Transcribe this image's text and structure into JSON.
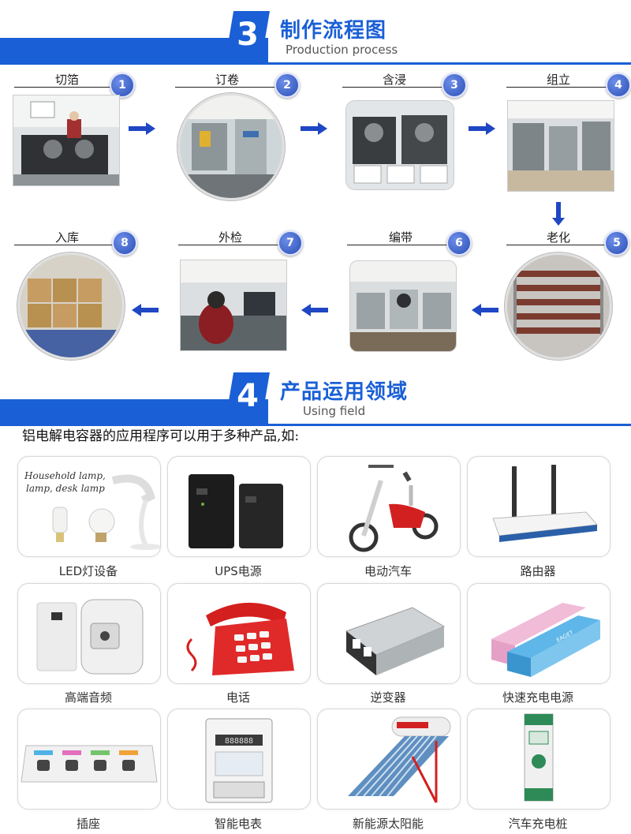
{
  "process": {
    "num": "3",
    "title_cn": "制作流程图",
    "title_en": "Production process",
    "steps": [
      {
        "n": "1",
        "label": "切箔"
      },
      {
        "n": "2",
        "label": "订卷"
      },
      {
        "n": "3",
        "label": "含浸"
      },
      {
        "n": "4",
        "label": "组立"
      },
      {
        "n": "5",
        "label": "老化"
      },
      {
        "n": "6",
        "label": "编带"
      },
      {
        "n": "7",
        "label": "外检"
      },
      {
        "n": "8",
        "label": "入库"
      }
    ]
  },
  "usage": {
    "num": "4",
    "title_cn": "产品运用领域",
    "title_en": "Using field",
    "intro": "铝电解电容器的应用程序可以用于多种产品,如:",
    "products": [
      {
        "label": "LED灯设备",
        "script": [
          "Household lamp,",
          "lamp,  desk lamp"
        ]
      },
      {
        "label": "UPS电源"
      },
      {
        "label": "电动汽车"
      },
      {
        "label": "路由器"
      },
      {
        "label": "高端音频"
      },
      {
        "label": "电话"
      },
      {
        "label": "逆变器"
      },
      {
        "label": "快速充电电源",
        "brand": "EAGET"
      },
      {
        "label": "插座"
      },
      {
        "label": "智能电表",
        "display": "888888"
      },
      {
        "label": "新能源太阳能"
      },
      {
        "label": "汽车充电桩"
      }
    ]
  },
  "colors": {
    "accent": "#1a5fd6",
    "badge": "#2a4fb6",
    "arrow": "#1f47c4"
  }
}
